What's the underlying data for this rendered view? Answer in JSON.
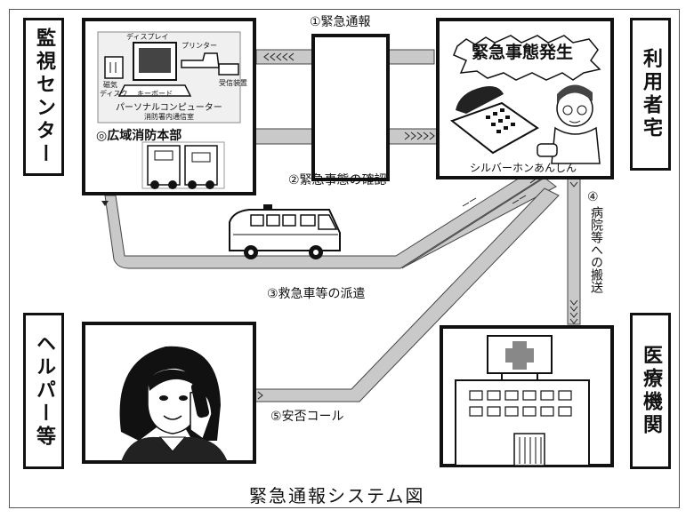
{
  "labels": {
    "monitoring_center": "監視センター",
    "user_home": "利用者宅",
    "helper": "ヘルパー等",
    "medical": "医療機関"
  },
  "center": {
    "display": "ディスプレイ",
    "printer": "プリンター",
    "disk": "磁気",
    "disk2": "ディスク",
    "keyboard": "キーボード",
    "receiver": "受信装置",
    "pc": "パーソナルコンピューター",
    "command_room": "消防署内通信室",
    "hq": "◎広域消防本部"
  },
  "home": {
    "emergency": "緊急事態発生",
    "device": "シルバーホンあんしん"
  },
  "steps": {
    "s1": "①緊急通報",
    "s2": "②緊急事態の確認",
    "s3": "③救急車等の派遣",
    "s4_num": "④",
    "s4": "病院等への搬送",
    "s5": "⑤安否コール"
  },
  "caption": "緊急通報システム図"
}
